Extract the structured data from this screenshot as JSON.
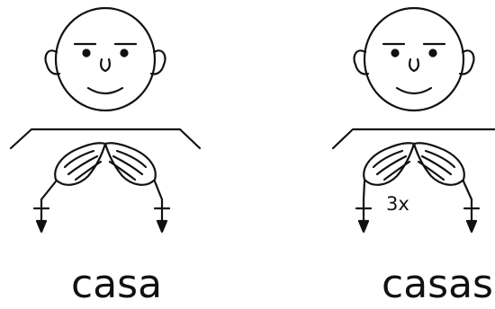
{
  "signs": [
    {
      "caption": "casa",
      "repetition": ""
    },
    {
      "caption": "casas",
      "repetition": "3x"
    }
  ],
  "colors": {
    "ink": "#111111",
    "background": "#ffffff"
  }
}
